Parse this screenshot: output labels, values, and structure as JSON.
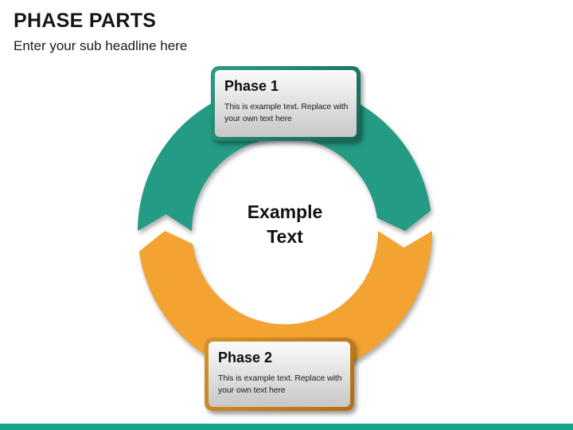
{
  "slide": {
    "title": "PHASE PARTS",
    "subtitle": "Enter your sub headline here",
    "center_text": "Example\nText",
    "phases": [
      {
        "label": "Phase 1",
        "body": "This is example text. Replace with\nyour own text here"
      },
      {
        "label": "Phase 2",
        "body": "This is example text. Replace with\nyour own text here"
      }
    ],
    "colors": {
      "teal": "#249b84",
      "orange": "#f2a331",
      "teal_border_top": "#2d9c87",
      "teal_border_bottom": "#166354",
      "orange_border_top": "#d6942d",
      "orange_border_bottom": "#b26f12",
      "panel_top": "#fbfbfb",
      "panel_bottom": "#c7c7c7",
      "bottom_bar": "#19a28a"
    }
  }
}
